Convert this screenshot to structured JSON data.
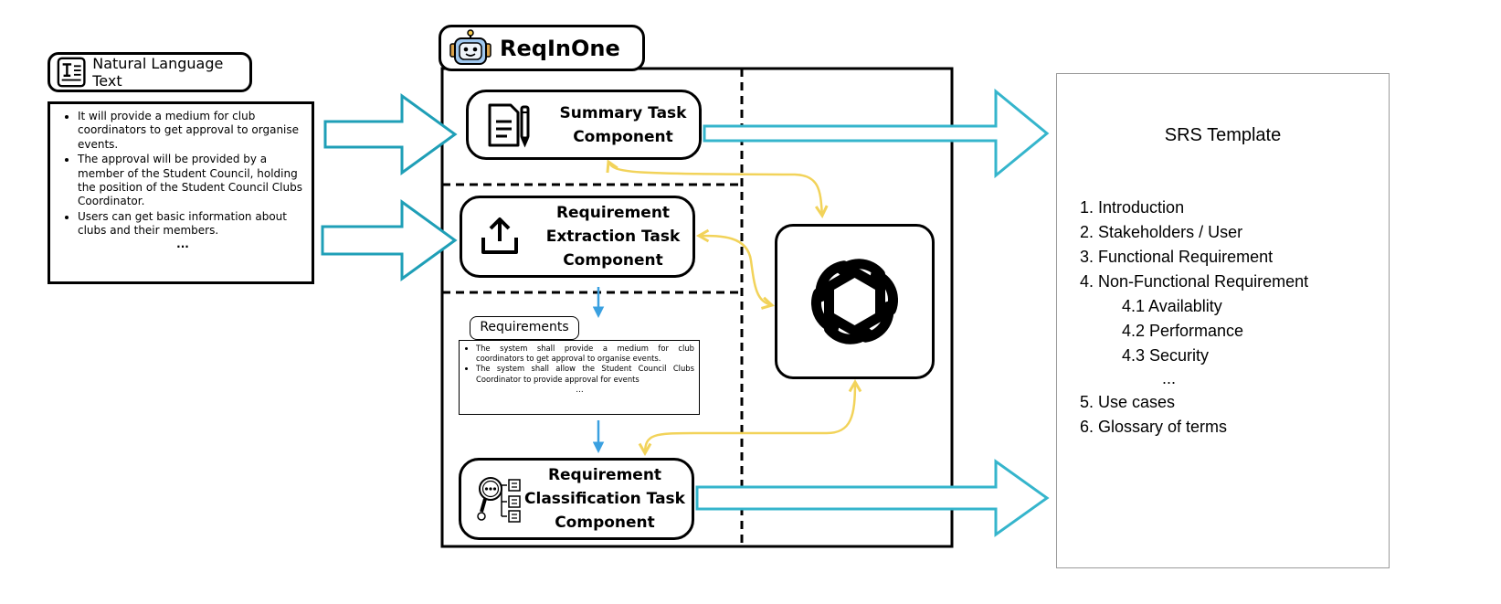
{
  "input": {
    "label": "Natural Language Text",
    "icon": "text-document-icon",
    "bullets": [
      "It will provide a medium for club coordinators to get approval to organise events.",
      "The approval will be provided by a member of the Student Council, holding the position of the Student Council Clubs Coordinator.",
      "Users can get basic information about clubs and their members."
    ],
    "more": "..."
  },
  "system": {
    "title": "ReqInOne",
    "icon": "robot-icon"
  },
  "components": [
    {
      "lines": [
        "Summary Task",
        "Component"
      ],
      "icon": "document-pen-icon"
    },
    {
      "lines": [
        "Requirement",
        "Extraction Task",
        "Component"
      ],
      "icon": "upload-icon"
    },
    {
      "lines": [
        "Requirement",
        "Classification Task",
        "Component"
      ],
      "icon": "classify-magnifier-icon"
    }
  ],
  "requirements": {
    "label": "Requirements",
    "bullets": [
      "The system shall provide a medium for club coordinators to get approval to organise events.",
      "The system shall allow the Student Council Clubs Coordinator to provide approval for events"
    ],
    "more": "..."
  },
  "llm": {
    "icon": "openai-logo-icon"
  },
  "output": {
    "title": "SRS Template",
    "items": [
      "1. Introduction",
      "2. Stakeholders / User",
      "3. Functional Requirement",
      "4. Non-Functional Requirement",
      "4.1 Availablity",
      "4.2 Performance",
      "4.3 Security",
      "...",
      "5. Use cases",
      "6. Glossary of terms"
    ]
  },
  "colors": {
    "flow_arrow": "#35b5cc",
    "llm_link": "#f2d35a",
    "step_arrow": "#3aa0e0",
    "outline": "#000000"
  }
}
